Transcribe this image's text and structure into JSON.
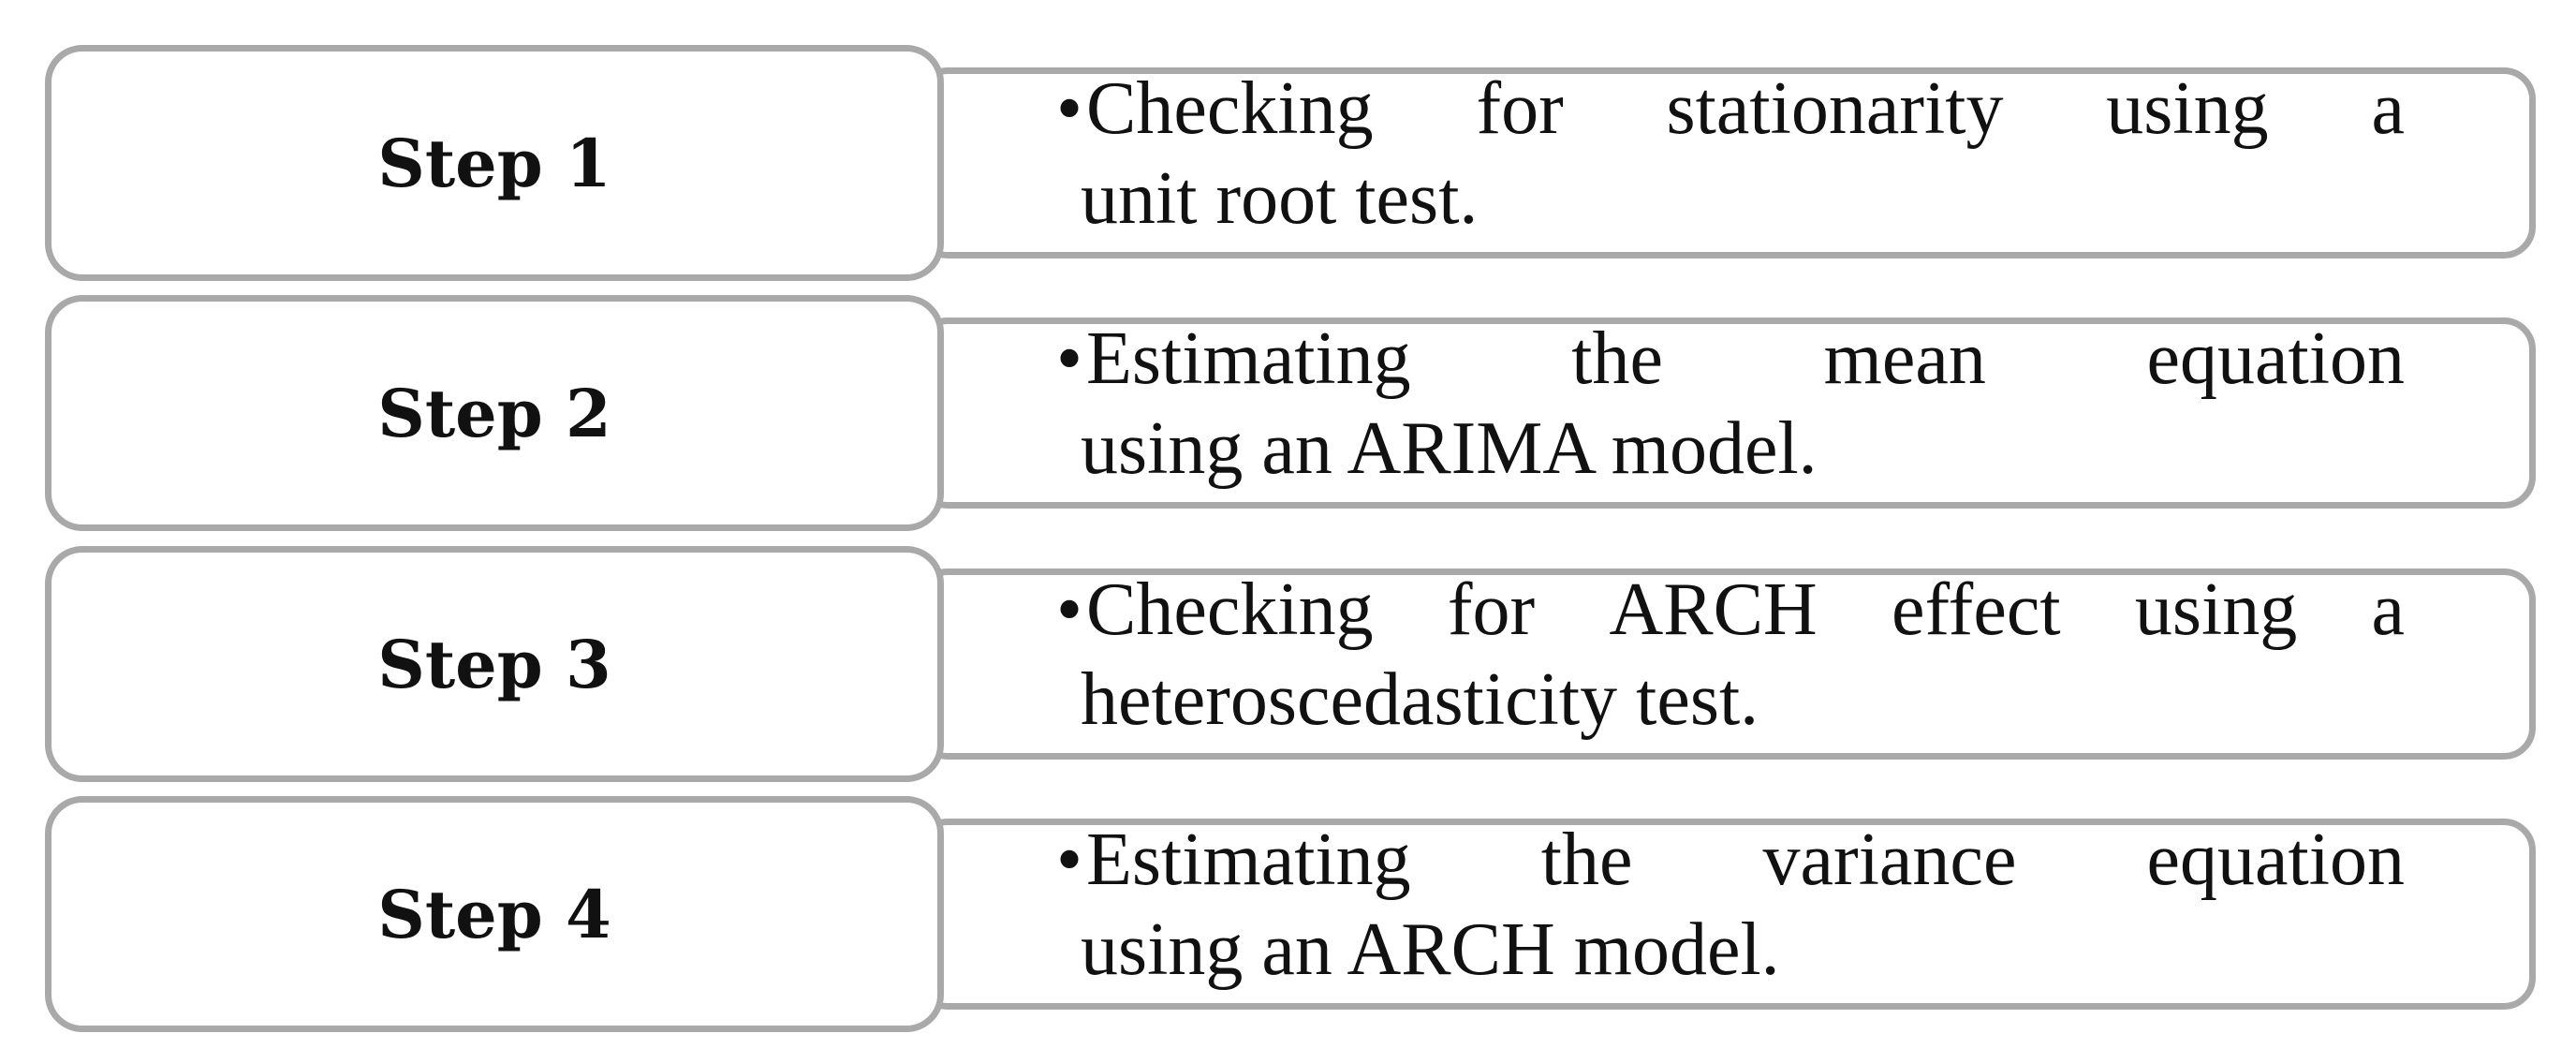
{
  "steps": [
    {
      "label": "Step 1",
      "bullet": "•",
      "line1_words": [
        "Checking",
        "for",
        "stationarity",
        "using",
        "a"
      ],
      "line2": "unit root test."
    },
    {
      "label": "Step 2",
      "bullet": "•",
      "line1_words": [
        "Estimating",
        "the",
        "mean",
        "equation"
      ],
      "line2": "using an ARIMA model."
    },
    {
      "label": "Step 3",
      "bullet": "•",
      "line1_words": [
        "Checking",
        "for",
        "ARCH",
        "effect",
        "using",
        "a"
      ],
      "line2": "heteroscedasticity test."
    },
    {
      "label": "Step 4",
      "bullet": "•",
      "line1_words": [
        "Estimating",
        "the",
        "variance",
        "equation"
      ],
      "line2": "using an ARCH model."
    }
  ],
  "colors": {
    "border": "#a9a9a9",
    "text": "#111111",
    "background": "#ffffff"
  }
}
